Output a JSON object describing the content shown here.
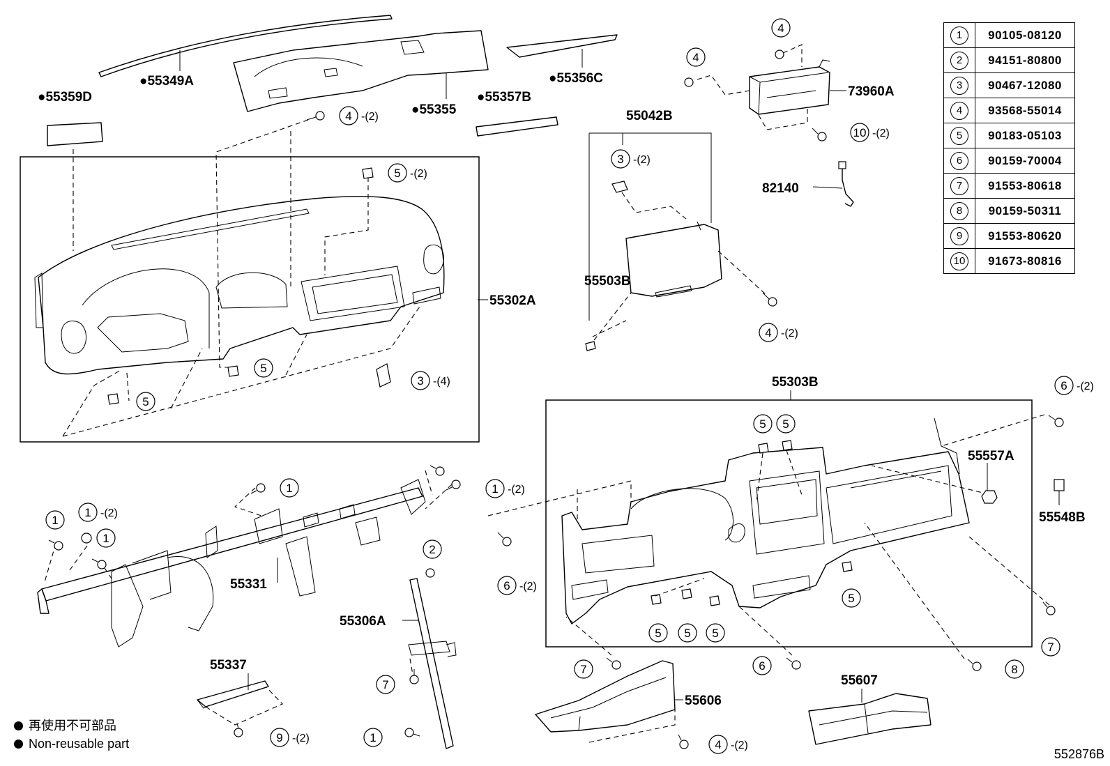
{
  "labels": {
    "p55349A": "●55349A",
    "p55359D": "●55359D",
    "p55355": "●55355",
    "p55357B": "●55357B",
    "p55356C": "●55356C",
    "p55042B": "55042B",
    "p73960A": "73960A",
    "p82140": "82140",
    "p55503B": "55503B",
    "p55302A": "55302A",
    "p55303B": "55303B",
    "p55557A": "55557A",
    "p55548B": "55548B",
    "p55331": "55331",
    "p55306A": "55306A",
    "p55337": "55337",
    "p55606": "55606",
    "p55607": "55607"
  },
  "callouts": [
    {
      "num": "4",
      "qty": "-(2)"
    },
    {
      "num": "5",
      "qty": "-(2)"
    },
    {
      "num": "5",
      "qty": ""
    },
    {
      "num": "5",
      "qty": ""
    },
    {
      "num": "3",
      "qty": "-(4)"
    },
    {
      "num": "3",
      "qty": "-(2)"
    },
    {
      "num": "4",
      "qty": "-(2)"
    },
    {
      "num": "4",
      "qty": ""
    },
    {
      "num": "4",
      "qty": ""
    },
    {
      "num": "10",
      "qty": "-(2)"
    },
    {
      "num": "6",
      "qty": "-(2)"
    },
    {
      "num": "5",
      "qty": ""
    },
    {
      "num": "5",
      "qty": ""
    },
    {
      "num": "1",
      "qty": ""
    },
    {
      "num": "1",
      "qty": "-(2)"
    },
    {
      "num": "1",
      "qty": ""
    },
    {
      "num": "1",
      "qty": "-(2)"
    },
    {
      "num": "1",
      "qty": ""
    },
    {
      "num": "2",
      "qty": ""
    },
    {
      "num": "6",
      "qty": "-(2)"
    },
    {
      "num": "7",
      "qty": ""
    },
    {
      "num": "1",
      "qty": ""
    },
    {
      "num": "9",
      "qty": "-(2)"
    },
    {
      "num": "7",
      "qty": ""
    },
    {
      "num": "4",
      "qty": "-(2)"
    },
    {
      "num": "6",
      "qty": ""
    },
    {
      "num": "8",
      "qty": ""
    },
    {
      "num": "7",
      "qty": ""
    },
    {
      "num": "5",
      "qty": ""
    },
    {
      "num": "5",
      "qty": ""
    },
    {
      "num": "5",
      "qty": ""
    },
    {
      "num": "5",
      "qty": ""
    }
  ],
  "ref_table": [
    {
      "num": "1",
      "part": "90105-08120"
    },
    {
      "num": "2",
      "part": "94151-80800"
    },
    {
      "num": "3",
      "part": "90467-12080"
    },
    {
      "num": "4",
      "part": "93568-55014"
    },
    {
      "num": "5",
      "part": "90183-05103"
    },
    {
      "num": "6",
      "part": "90159-70004"
    },
    {
      "num": "7",
      "part": "91553-80618"
    },
    {
      "num": "8",
      "part": "90159-50311"
    },
    {
      "num": "9",
      "part": "91553-80620"
    },
    {
      "num": "10",
      "part": "91673-80816"
    }
  ],
  "legend": {
    "line1": "再使用不可部品",
    "line2": "Non-reusable part"
  },
  "drawing_number": "552876B"
}
